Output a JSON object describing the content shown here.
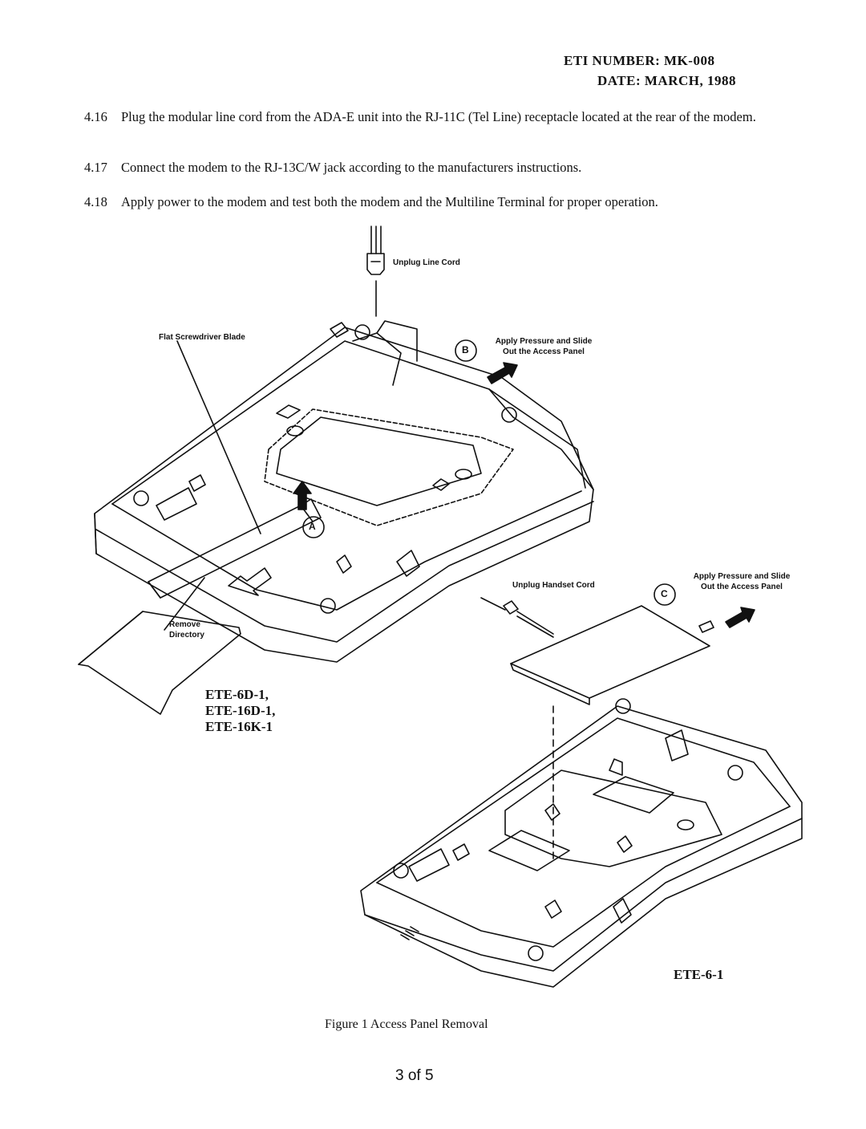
{
  "header": {
    "eti_number": "ETI NUMBER:  MK-008",
    "date": "DATE:  MARCH, 1988"
  },
  "steps": [
    {
      "num": "4.16",
      "text": "Plug the modular line cord from the ADA-E unit into the RJ-11C (Tel Line) receptacle located at the rear of the modem."
    },
    {
      "num": "4.17",
      "text": "Connect the modem to the RJ-13C/W jack according to the manufacturers instructions."
    },
    {
      "num": "4.18",
      "text": "Apply power to the modem and test both the modem and the Multiline Terminal for proper operation."
    }
  ],
  "figure": {
    "labels": {
      "unplug_line_cord": "Unplug Line Cord",
      "flat_screwdriver_blade": "Flat Screwdriver Blade",
      "apply_pressure_b": "Apply Pressure and Slide Out the Access Panel",
      "apply_pressure_c": "Apply Pressure and Slide Out the Access Panel",
      "unplug_handset_cord": "Unplug Handset Cord",
      "remove_directory": "Remove Directory",
      "callout_a": "A",
      "callout_b": "B",
      "callout_c": "C"
    },
    "models_top": [
      "ETE-6D-1,",
      "ETE-16D-1,",
      "ETE-16K-1"
    ],
    "model_bottom": "ETE-6-1",
    "caption": "Figure 1  Access Panel Removal"
  },
  "footer": {
    "page": "3 of 5"
  }
}
